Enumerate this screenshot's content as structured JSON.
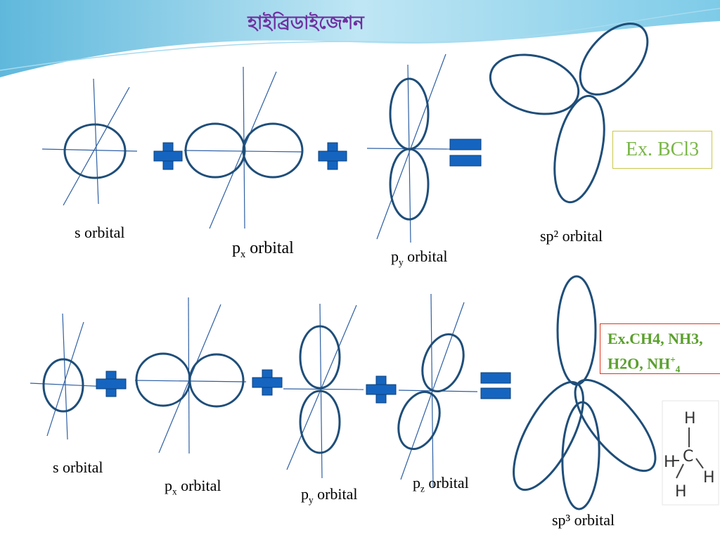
{
  "slide": {
    "title": "হাইব্রিডাইজেশন"
  },
  "row1": {
    "s_label": "s orbital",
    "px_label": {
      "main": "p",
      "sub": "x",
      "rest": " orbital"
    },
    "py_label": {
      "main": "p",
      "sub": "y",
      "rest": " orbital"
    },
    "sp2_label": "sp² orbital",
    "example": "Ex. BCl3"
  },
  "row2": {
    "s_label": "s orbital",
    "px_label": {
      "main": "p",
      "sub": "x",
      "rest": " orbital"
    },
    "py_label": {
      "main": "p",
      "sub": "y",
      "rest": " orbital"
    },
    "pz_label": {
      "main": "p",
      "sub": "z",
      "rest": " orbital"
    },
    "sp3_label": "sp³ orbital",
    "example": {
      "line1": "Ex.CH4, NH3,",
      "line2_a": "H2O, NH",
      "line2_sup": "+",
      "line2_sub": "4"
    }
  },
  "methane": {
    "center": "C",
    "h": "H"
  },
  "colors": {
    "orbital": "#1f4e79",
    "axis": "#2e5fa3",
    "operator": "#1565c0",
    "title": "#7030a0",
    "banner_light": "#bfe6f4",
    "banner_dark": "#5fb8dc"
  }
}
